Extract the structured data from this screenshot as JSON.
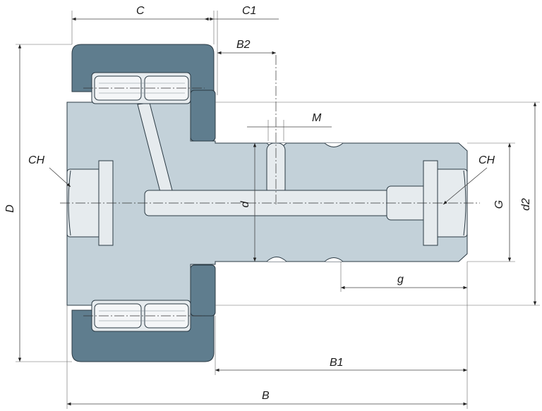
{
  "labels": {
    "C": "C",
    "C1": "C1",
    "B2": "B2",
    "M": "M",
    "CH_left": "CH",
    "CH_right": "CH",
    "D": "D",
    "d": "d",
    "G": "G",
    "d2": "d2",
    "g": "g",
    "B1": "B1",
    "B": "B"
  },
  "colors": {
    "outer_ring": "#5f7d8e",
    "stud": "#c3d1d9",
    "roller": "#e6ebee",
    "outline": "#2b3a44"
  }
}
